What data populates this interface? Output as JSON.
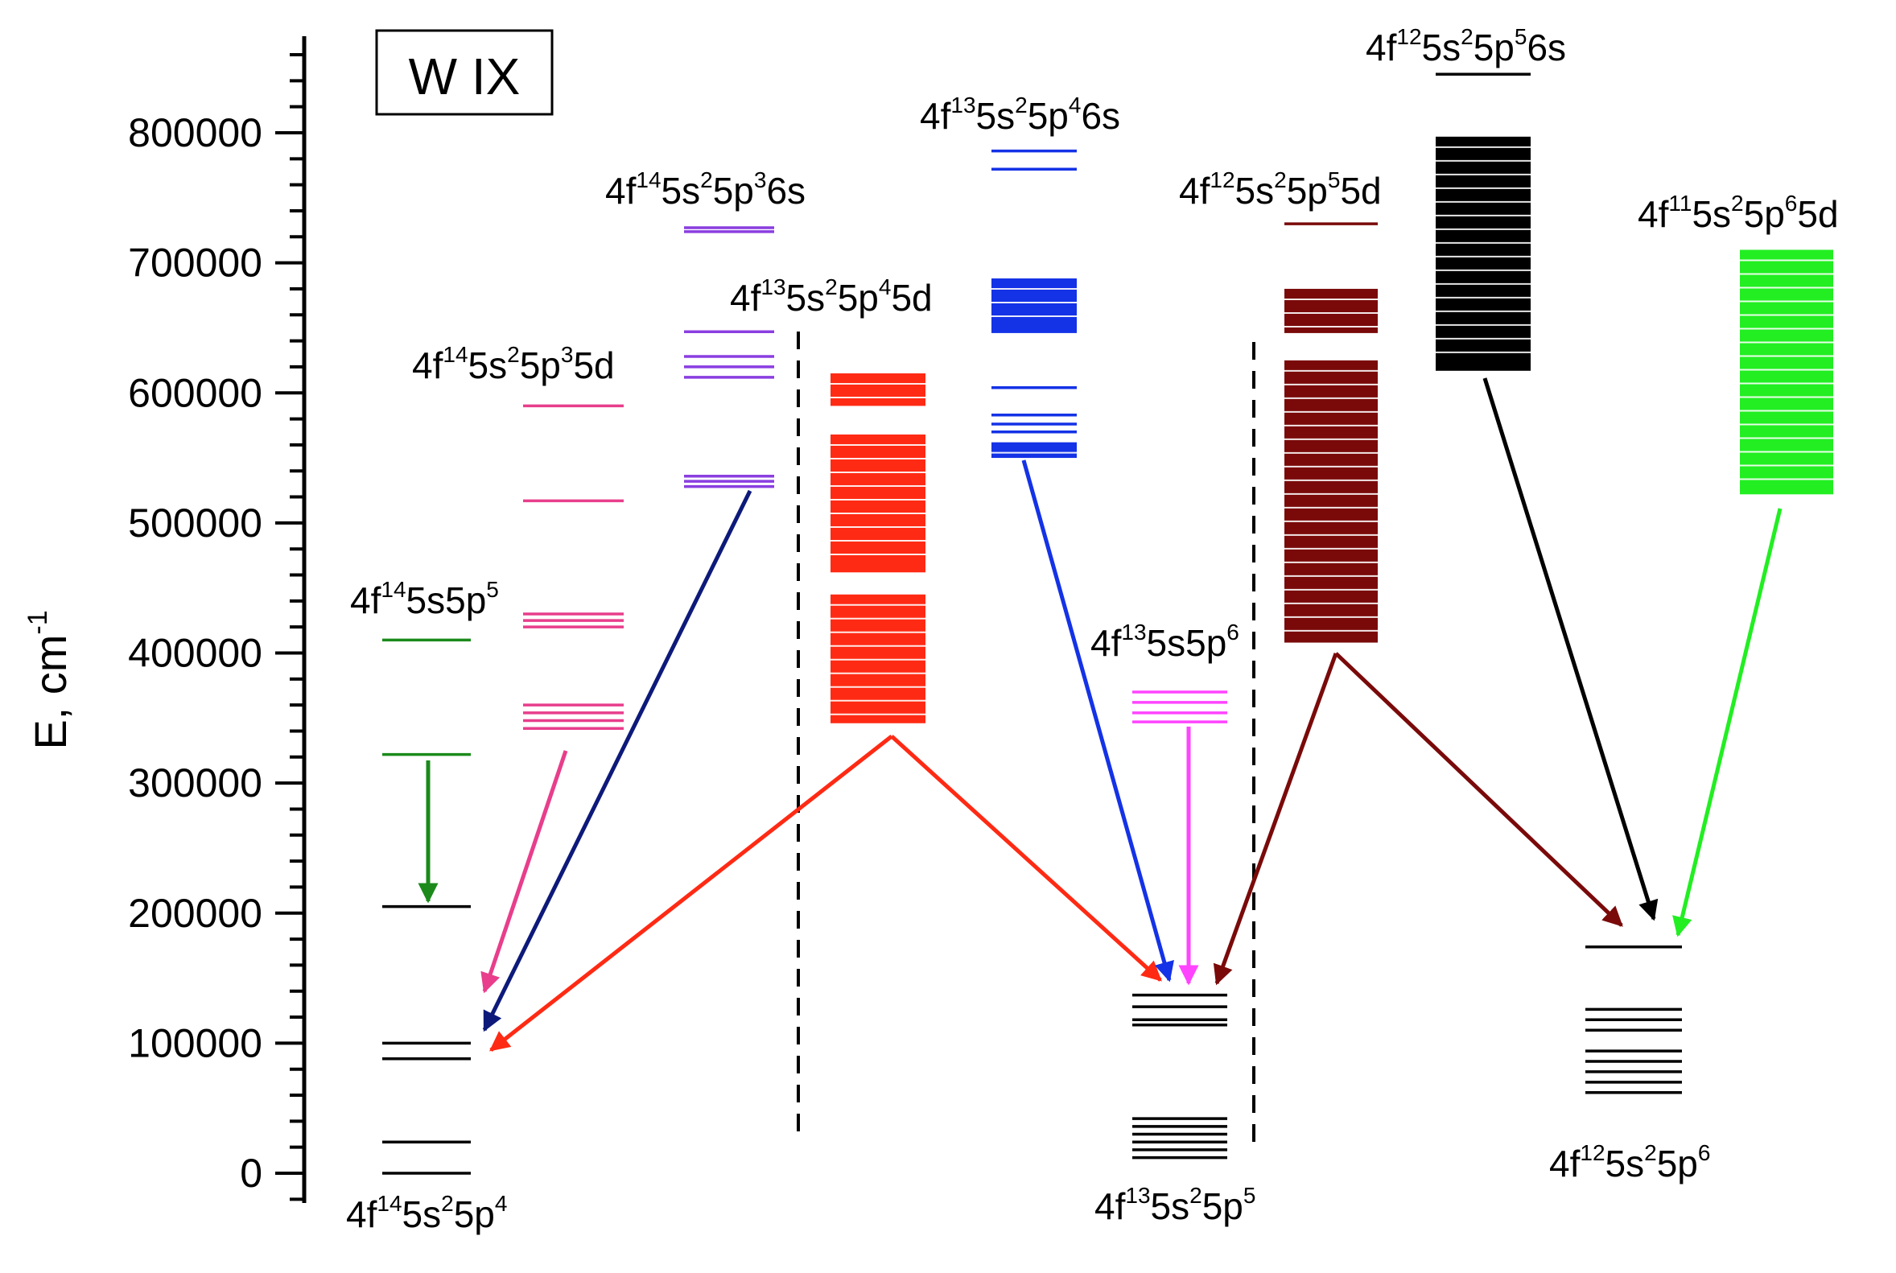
{
  "title": "W IX",
  "colors": {
    "black": "#000000",
    "green": "#1b8a1b",
    "pink": "#e83e8c",
    "purple": "#8a3ee0",
    "navy": "#0d1a7a",
    "red": "#ff2a14",
    "blue": "#1432e6",
    "magenta": "#ff44ff",
    "maroon": "#7a0a0a",
    "lime": "#22ee22"
  },
  "chart_data": {
    "type": "energy-level-diagram",
    "title": "W IX",
    "ylabel": "E, cm",
    "ylabel_superscript": "-1",
    "ylim": [
      -20000,
      880000
    ],
    "yticks": [
      0,
      100000,
      200000,
      300000,
      400000,
      500000,
      600000,
      700000,
      800000
    ],
    "ytick_labels": [
      "0",
      "100000",
      "200000",
      "300000",
      "400000",
      "500000",
      "600000",
      "700000",
      "800000"
    ],
    "configurations": [
      {
        "id": "A",
        "label": "4f145s25p4",
        "parts": [
          [
            "4f",
            ""
          ],
          [
            "14",
            "sup"
          ],
          [
            "5s",
            ""
          ],
          [
            "2",
            "sup"
          ],
          [
            "5p",
            ""
          ],
          [
            "4",
            "sup"
          ]
        ],
        "color": "black",
        "levels": [
          0,
          24000,
          88000,
          100000,
          205000
        ]
      },
      {
        "id": "B",
        "label": "4f145s5p5",
        "parts": [
          [
            "4f",
            ""
          ],
          [
            "14",
            "sup"
          ],
          [
            "5s5p",
            ""
          ],
          [
            "5",
            "sup"
          ]
        ],
        "color": "green",
        "levels": [
          322000,
          410000
        ]
      },
      {
        "id": "C",
        "label": "4f145s25p35d",
        "parts": [
          [
            "4f",
            ""
          ],
          [
            "14",
            "sup"
          ],
          [
            "5s",
            ""
          ],
          [
            "2",
            "sup"
          ],
          [
            "5p",
            ""
          ],
          [
            "3",
            "sup"
          ],
          [
            "5d",
            ""
          ]
        ],
        "color": "pink",
        "levels": [
          342000,
          348000,
          354000,
          360000,
          420000,
          425000,
          430000,
          517000,
          590000
        ]
      },
      {
        "id": "D",
        "label": "4f145s25p36s",
        "parts": [
          [
            "4f",
            ""
          ],
          [
            "14",
            "sup"
          ],
          [
            "5s",
            ""
          ],
          [
            "2",
            "sup"
          ],
          [
            "5p",
            ""
          ],
          [
            "3",
            "sup"
          ],
          [
            "6s",
            ""
          ]
        ],
        "color": "purple",
        "levels": [
          528000,
          532000,
          536000,
          612000,
          620000,
          628000,
          647000,
          724000,
          727000
        ]
      },
      {
        "id": "E",
        "label": "4f135s25p45d",
        "parts": [
          [
            "4f",
            ""
          ],
          [
            "13",
            "sup"
          ],
          [
            "5s",
            ""
          ],
          [
            "2",
            "sup"
          ],
          [
            "5p",
            ""
          ],
          [
            "4",
            "sup"
          ],
          [
            "5d",
            ""
          ]
        ],
        "color": "red",
        "bands": [
          [
            346000,
            445000
          ],
          [
            462000,
            568000
          ],
          [
            590000,
            615000
          ]
        ],
        "levels": []
      },
      {
        "id": "F",
        "label": "4f135s25p46s",
        "parts": [
          [
            "4f",
            ""
          ],
          [
            "13",
            "sup"
          ],
          [
            "5s",
            ""
          ],
          [
            "2",
            "sup"
          ],
          [
            "5p",
            ""
          ],
          [
            "4",
            "sup"
          ],
          [
            "6s",
            ""
          ]
        ],
        "color": "blue",
        "bands": [
          [
            550000,
            562000
          ],
          [
            646000,
            688000
          ]
        ],
        "levels": [
          570000,
          576000,
          583000,
          604000,
          772000,
          786000
        ]
      },
      {
        "id": "G",
        "label": "4f135s5p6",
        "parts": [
          [
            "4f",
            ""
          ],
          [
            "13",
            "sup"
          ],
          [
            "5s5p",
            ""
          ],
          [
            "6",
            "sup"
          ]
        ],
        "color": "magenta",
        "levels": [
          347000,
          354000,
          362000,
          370000
        ]
      },
      {
        "id": "H",
        "label": "4f135s25p5",
        "parts": [
          [
            "4f",
            ""
          ],
          [
            "13",
            "sup"
          ],
          [
            "5s",
            ""
          ],
          [
            "2",
            "sup"
          ],
          [
            "5p",
            ""
          ],
          [
            "5",
            "sup"
          ]
        ],
        "color": "black",
        "levels": [
          12000,
          18000,
          24000,
          30000,
          36000,
          42000,
          114000,
          118000,
          128000,
          137000
        ]
      },
      {
        "id": "I",
        "label": "4f125s25p55d",
        "parts": [
          [
            "4f",
            ""
          ],
          [
            "12",
            "sup"
          ],
          [
            "5s",
            ""
          ],
          [
            "2",
            "sup"
          ],
          [
            "5p",
            ""
          ],
          [
            "5",
            "sup"
          ],
          [
            "5d",
            ""
          ]
        ],
        "color": "maroon",
        "bands": [
          [
            408000,
            625000
          ],
          [
            646000,
            680000
          ]
        ],
        "levels": [
          730000
        ]
      },
      {
        "id": "J",
        "label": "4f125s25p56s",
        "parts": [
          [
            "4f",
            ""
          ],
          [
            "12",
            "sup"
          ],
          [
            "5s",
            ""
          ],
          [
            "2",
            "sup"
          ],
          [
            "5p",
            ""
          ],
          [
            "5",
            "sup"
          ],
          [
            "6s",
            ""
          ]
        ],
        "color": "black",
        "bands": [
          [
            617000,
            797000
          ]
        ],
        "levels": [
          845000
        ]
      },
      {
        "id": "K",
        "label": "4f115s25p65d",
        "parts": [
          [
            "4f",
            ""
          ],
          [
            "11",
            "sup"
          ],
          [
            "5s",
            ""
          ],
          [
            "2",
            "sup"
          ],
          [
            "5p",
            ""
          ],
          [
            "6",
            "sup"
          ],
          [
            "5d",
            ""
          ]
        ],
        "color": "lime",
        "bands": [
          [
            522000,
            710000
          ]
        ],
        "levels": []
      },
      {
        "id": "L",
        "label": "4f125s25p6",
        "parts": [
          [
            "4f",
            ""
          ],
          [
            "12",
            "sup"
          ],
          [
            "5s",
            ""
          ],
          [
            "2",
            "sup"
          ],
          [
            "5p",
            ""
          ],
          [
            "6",
            "sup"
          ]
        ],
        "color": "black",
        "levels": [
          62000,
          70000,
          78000,
          86000,
          94000,
          110000,
          118000,
          126000,
          174000
        ]
      }
    ],
    "transitions": [
      {
        "from": "B",
        "to": "A",
        "color": "green"
      },
      {
        "from": "C",
        "to": "A",
        "color": "pink"
      },
      {
        "from": "D",
        "to": "A",
        "color": "navy"
      },
      {
        "from": "E",
        "to": "A",
        "color": "red"
      },
      {
        "from": "E",
        "to": "H",
        "color": "red"
      },
      {
        "from": "F",
        "to": "H",
        "color": "blue"
      },
      {
        "from": "G",
        "to": "H",
        "color": "magenta"
      },
      {
        "from": "I",
        "to": "H",
        "color": "maroon"
      },
      {
        "from": "I",
        "to": "L",
        "color": "maroon"
      },
      {
        "from": "J",
        "to": "L",
        "color": "black"
      },
      {
        "from": "K",
        "to": "L",
        "color": "lime"
      }
    ]
  }
}
